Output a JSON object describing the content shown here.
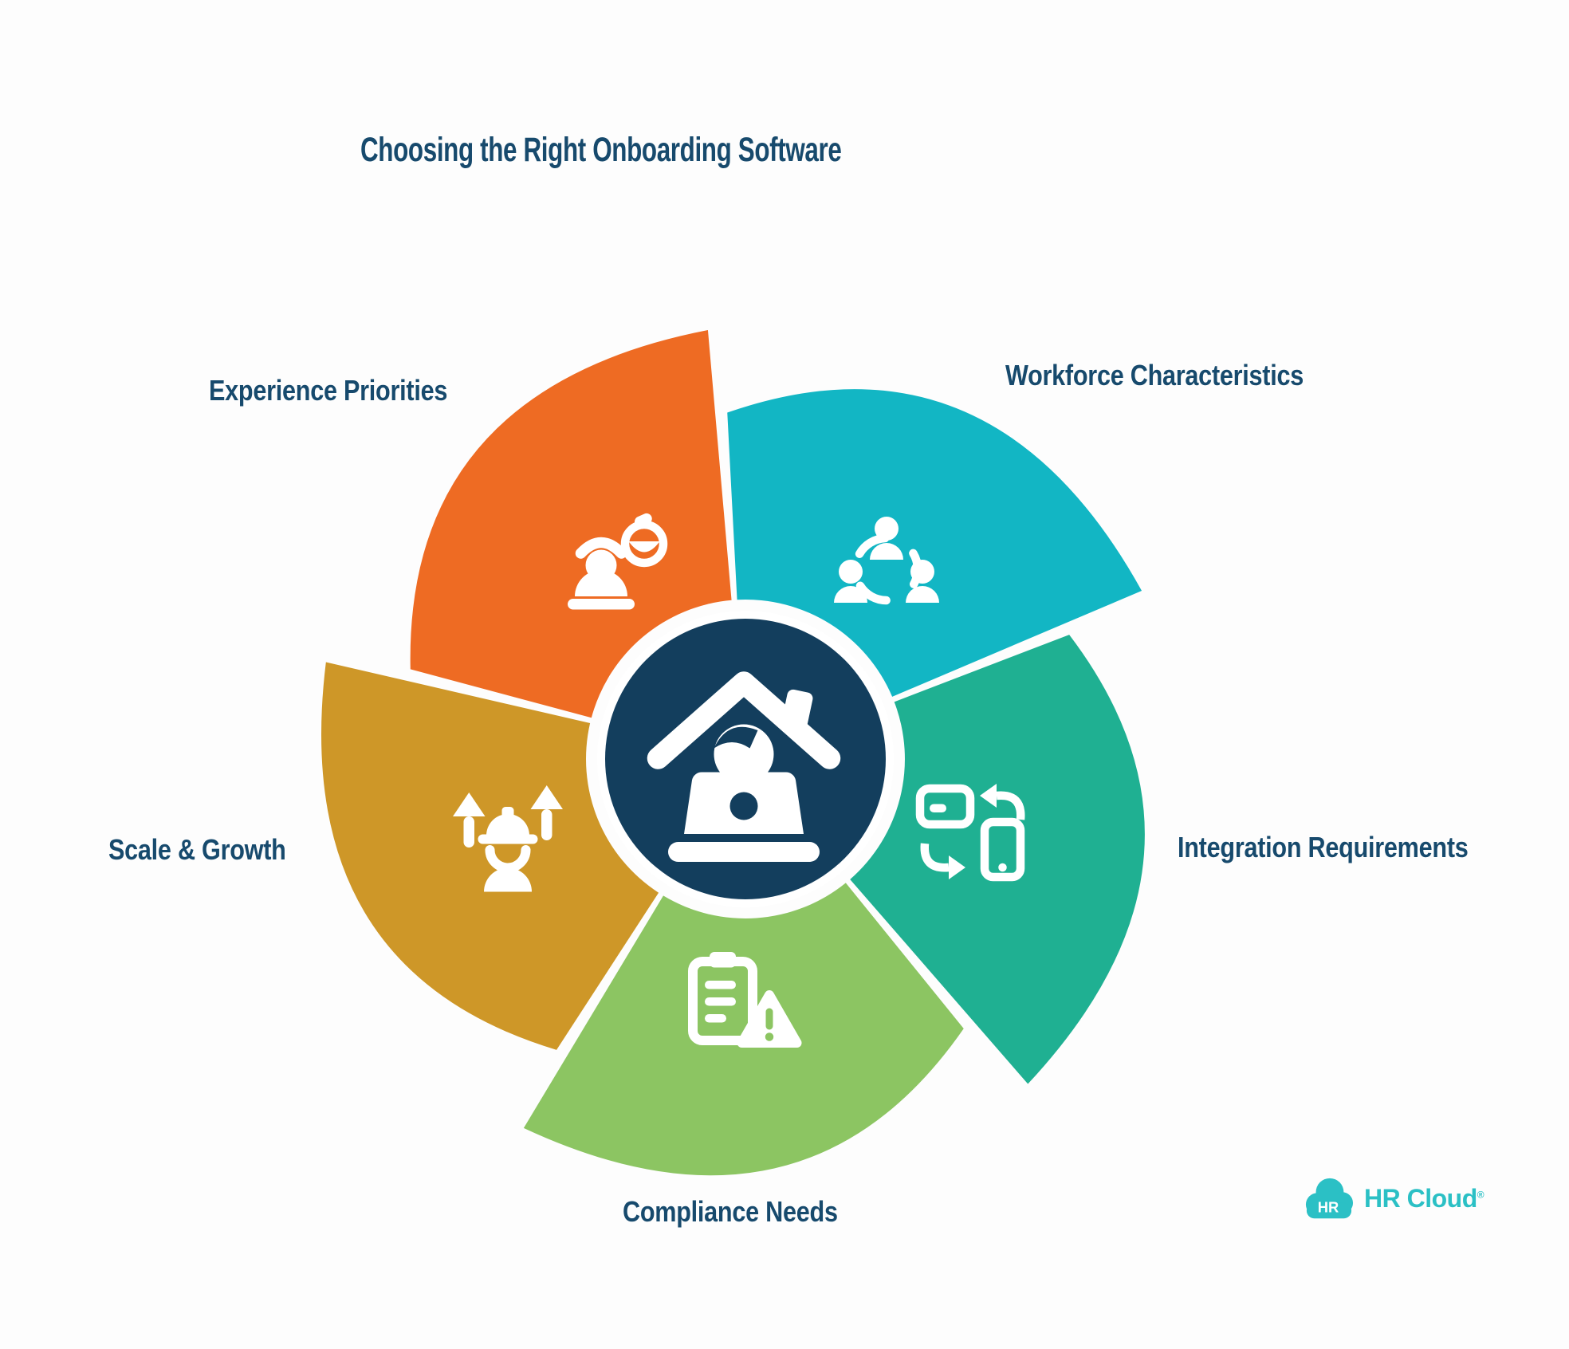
{
  "title": "Choosing the Right Onboarding Software",
  "center": {
    "icon": "work-from-home-icon"
  },
  "segments": [
    {
      "id": "experience-priorities",
      "label": "Experience Priorities",
      "color": "#EE6B23",
      "icon": "person-smiley-icon"
    },
    {
      "id": "workforce-characteristics",
      "label": "Workforce Characteristics",
      "color": "#12B6C4",
      "icon": "team-network-icon"
    },
    {
      "id": "integration-requirements",
      "label": "Integration Requirements",
      "color": "#1FB092",
      "icon": "device-sync-icon"
    },
    {
      "id": "compliance-needs",
      "label": "Compliance Needs",
      "color": "#8CC562",
      "icon": "clipboard-warning-icon"
    },
    {
      "id": "scale-growth",
      "label": "Scale & Growth",
      "color": "#CE9728",
      "icon": "worker-arrows-icon"
    }
  ],
  "branding": {
    "badge": "HR",
    "name": "HR Cloud",
    "registered": "®",
    "color": "#2BC0C5"
  },
  "style": {
    "background": "#FDFDFD",
    "center_color": "#133E5D",
    "text_color": "#174A6D"
  }
}
